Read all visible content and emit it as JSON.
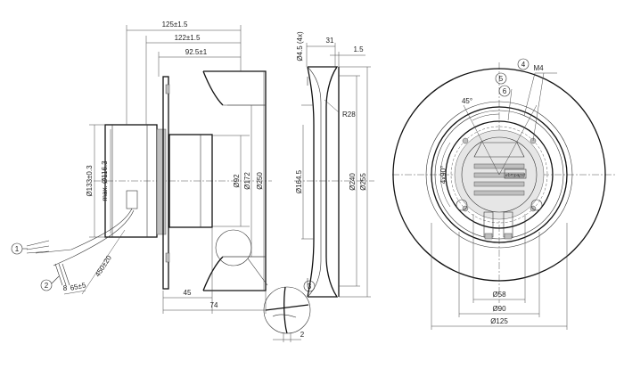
{
  "side_view": {
    "d125": "125±1.5",
    "d122": "122±1.5",
    "d92_5": "92.5±1",
    "d133": "Ø133±0.3",
    "d116": "max. Ø116.3",
    "d92": "Ø92",
    "d172": "Ø172",
    "d250": "Ø250",
    "d45": "45",
    "d74": "74",
    "d450": "450±20",
    "d65": "65±5",
    "d8": "8"
  },
  "section_view": {
    "d4_5": "Ø4.5 (4x)",
    "d31": "31",
    "d1_5": "1.5",
    "r28": "R28",
    "d164_5": "Ø164.5",
    "d240": "Ø240",
    "d255": "Ø255"
  },
  "detail": {
    "d2": "2"
  },
  "front_view": {
    "m4": "M4",
    "a45": "45°",
    "a4x90": "4x90°",
    "d58": "Ø58",
    "d90": "Ø90",
    "d125": "Ø125",
    "brand": "ebmpapst"
  },
  "callouts": [
    "1",
    "2",
    "3",
    "4",
    "5",
    "6"
  ]
}
